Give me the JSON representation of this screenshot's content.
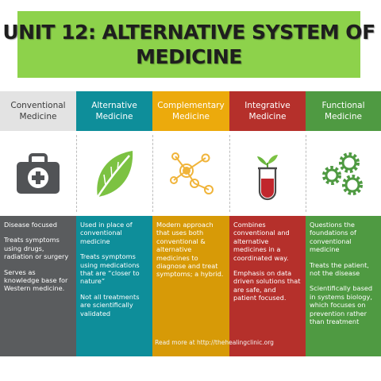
{
  "header": {
    "title_line1": "UNIT 12: ALTERNATIVE SYSTEM OF",
    "title_line2": "MEDICINE"
  },
  "colors": {
    "banner": "#8dd24b",
    "conventional_body": "#5a5c5e",
    "alternative": "#0e8e9a",
    "complementary": "#ecaa0c",
    "integrative": "#b5302b",
    "functional": "#4f9a42"
  },
  "columns": [
    {
      "title_line1": "Conventional",
      "title_line2": "Medicine",
      "icon": "medical-kit-icon",
      "points": [
        "Disease focused",
        "Treats symptoms using drugs, radiation or surgery",
        "Serves as knowledge base for Western medicine."
      ]
    },
    {
      "title_line1": "Alternative",
      "title_line2": "Medicine",
      "icon": "leaf-icon",
      "points": [
        "Used in place of conventional medicine",
        "Treats symptoms using medications that are “closer to nature”",
        "Not all treatments are scientifically validated"
      ]
    },
    {
      "title_line1": "Complementary",
      "title_line2": "Medicine",
      "icon": "molecule-icon",
      "points": [
        "Modern approach that uses both conventional & alternative medicines to diagnose and treat symptoms; a hybrid."
      ]
    },
    {
      "title_line1": "Integrative",
      "title_line2": "Medicine",
      "icon": "test-tube-sprout-icon",
      "points": [
        "Combines conventional and alternative medicines in a coordinated way.",
        "Emphasis on data driven solutions that are safe, and patient focused."
      ]
    },
    {
      "title_line1": "Functional",
      "title_line2": "Medicine",
      "icon": "gears-icon",
      "points": [
        "Questions the foundations of conventional medicine",
        "Treats the patient, not the disease",
        "Scientifically based in systems biology, which focuses on prevention rather than treatment"
      ]
    }
  ],
  "credit": "Read more at http://thehealingclinic.org"
}
